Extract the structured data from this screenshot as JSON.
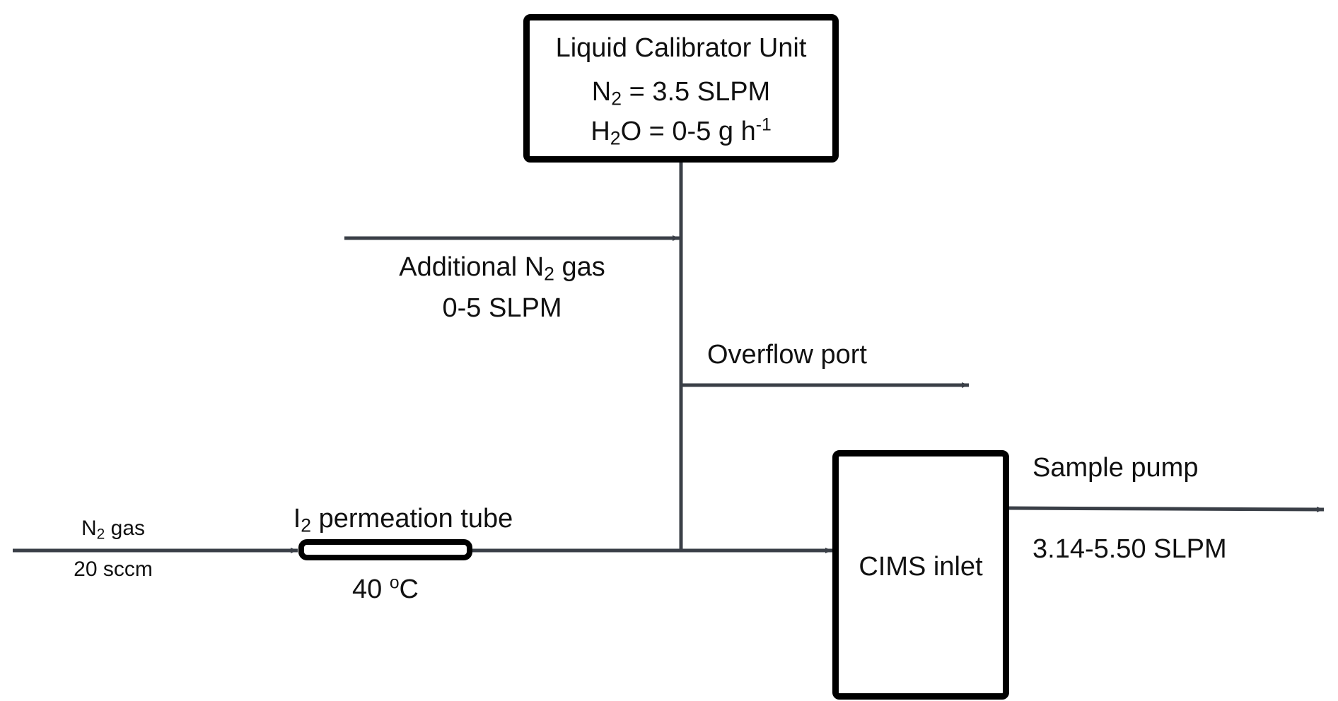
{
  "diagram": {
    "colors": {
      "line": "#3a3f47",
      "box_border": "#000000",
      "text": "#111111"
    },
    "liquid_calibrator": {
      "title": "Liquid Calibrator Unit",
      "n2_pre": "N",
      "n2_sub": "2",
      "n2_post": " = 3.5 SLPM",
      "h2o_pre": "H",
      "h2o_sub": "2",
      "h2o_mid": "O = 0-5 g h",
      "h2o_sup": "-1"
    },
    "additional_n2": {
      "line1_pre": "Additional N",
      "line1_sub": "2",
      "line1_post": " gas",
      "line2": "0-5 SLPM"
    },
    "overflow": {
      "label": "Overflow port"
    },
    "n2_source": {
      "pre": "N",
      "sub": "2",
      "post": " gas",
      "flow": "20 sccm"
    },
    "permeation_tube": {
      "pre": "I",
      "sub": "2",
      "post": " permeation tube",
      "temp_pre": "40 ",
      "temp_sup": "o",
      "temp_post": "C"
    },
    "cims": {
      "label": "CIMS inlet"
    },
    "sample_pump": {
      "label": "Sample pump",
      "flow": "3.14-5.50 SLPM"
    }
  }
}
